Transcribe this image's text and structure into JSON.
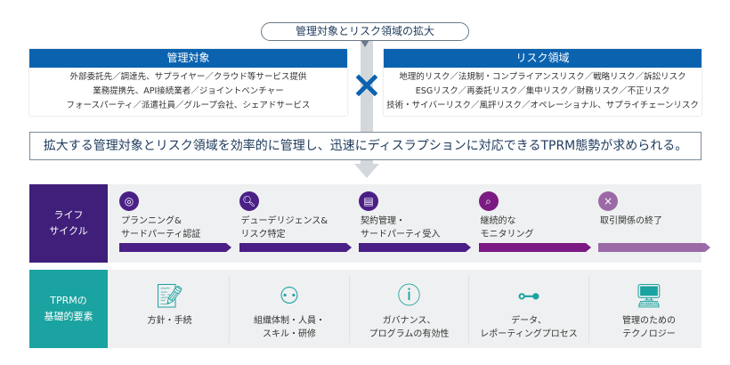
{
  "bubble": "管理対象とリスク領域の拡大",
  "left_panel": {
    "title": "管理対象",
    "lines": [
      "外部委託先／調達先、サプライヤー／クラウド等サービス提供",
      "業務提携先、API接続業者／ジョイントベンチャー",
      "フォースパーティ／派遣社員／グループ会社、シェアドサービス"
    ]
  },
  "right_panel": {
    "title": "リスク領域",
    "lines": [
      "地理的リスク／法規制・コンプライアンスリスク／戦略リスク／訴訟リスク",
      "ESGリスク／再委託リスク／集中リスク／財務リスク／不正リスク",
      "技術・サイバーリスク／風評リスク／オペレーショナル、サプライチェーンリスク"
    ]
  },
  "cross_symbol": "×",
  "statement": "拡大する管理対象とリスク領域を効率的に管理し、迅速にディスラプションに対応できるTPRM態勢が求められる。",
  "lifecycle": {
    "label": "ライフ\nサイクル",
    "stages": [
      {
        "label": "プランニング&\nサードパーティ認証",
        "icon": "target-icon",
        "glyph": "◎",
        "color": "#4a1f86"
      },
      {
        "label": "デューデリジェンス&\nリスク特定",
        "icon": "search-icon",
        "glyph": "🔍︎",
        "color": "#4a1f86"
      },
      {
        "label": "契約管理・\nサードパーティ受入",
        "icon": "contract-icon",
        "glyph": "▤",
        "color": "#4a1f86"
      },
      {
        "label": "継続的な\nモニタリング",
        "icon": "monitor-search-icon",
        "glyph": "⌕",
        "color": "#7a1a82"
      },
      {
        "label": "取引関係の終了",
        "icon": "close-icon",
        "glyph": "×",
        "color": "#9b6aa6"
      }
    ]
  },
  "foundation": {
    "label": "TPRMの\n基礎的要素",
    "items": [
      {
        "label": "方針・手続",
        "icon": "document-edit-icon",
        "glyph": "📝︎"
      },
      {
        "label": "組織体制・人員・\nスキル・研修",
        "icon": "org-chart-icon",
        "glyph": "⚇"
      },
      {
        "label": "ガバナンス、\nプログラムの有効性",
        "icon": "alert-search-icon",
        "glyph": "ⓘ"
      },
      {
        "label": "データ、\nレポーティングプロセス",
        "icon": "data-flow-icon",
        "glyph": "⊶"
      },
      {
        "label": "管理のための\nテクノロジー",
        "icon": "computer-icon",
        "glyph": "🖥︎"
      }
    ]
  },
  "colors": {
    "blue": "#0b63b0",
    "purple": "#3f1f7a",
    "teal": "#1aa3a0"
  }
}
